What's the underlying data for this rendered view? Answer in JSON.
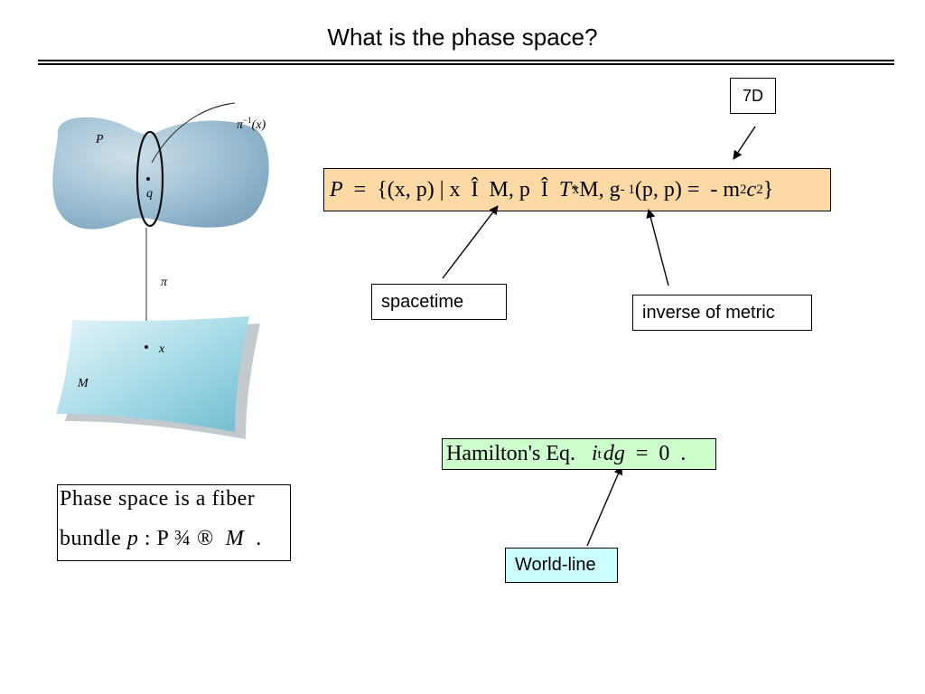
{
  "slide": {
    "title": "What is the phase space?"
  },
  "figure": {
    "label_P": "P",
    "label_q": "q",
    "label_fiber": "π",
    "label_fiber_sup": "−1",
    "label_fiber_arg": "(x)",
    "label_pi": "π",
    "label_x": "x",
    "label_M": "M"
  },
  "formula": {
    "lhs": "P",
    "eq": "=",
    "set_open": "{(x, p) | x",
    "in1": "Î",
    "M": "M, p",
    "in2": "Î",
    "T": "T",
    "T_sup": "*",
    "T_sub": "x",
    "M2": "M, g",
    "g_sup": "- 1",
    "pp": "(p, p) =",
    "neg": "- m",
    "m_sup": "2",
    "c": "c",
    "c_sup": "2",
    "close": "}"
  },
  "callouts": {
    "seven_d": "7D",
    "spacetime": "spacetime",
    "inverse_metric": "inverse of metric",
    "world_line": "World-line"
  },
  "hamilton": {
    "text": "Hamilton's Eq.",
    "i": "i",
    "i_sub": "t",
    "dg": "dg",
    "eq": "=",
    "zero": "0",
    "dot": "."
  },
  "fiber_box": {
    "line1": "Phase space is a fiber",
    "line2_a": "bundle",
    "line2_p": "p",
    "line2_b": ": P ¾ ®",
    "line2_M": "M",
    "line2_dot": "."
  }
}
